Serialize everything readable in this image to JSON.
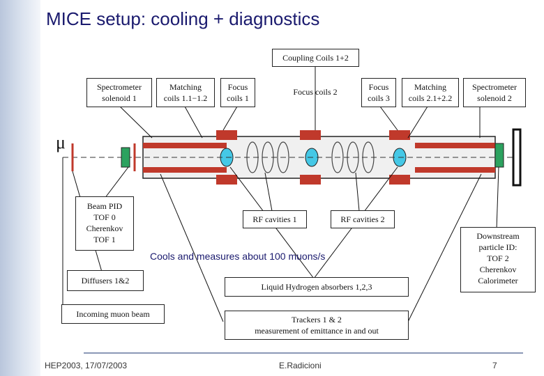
{
  "slide": {
    "title": "MICE setup: cooling + diagnostics",
    "caption": "Cools and measures about 100 muons/s",
    "footer_left": "HEP2003, 17/07/2003",
    "footer_center": "E.Radicioni",
    "footer_right": "7"
  },
  "symbol": "μ",
  "labels": {
    "coupling_coils": "Coupling Coils 1+2",
    "spectrometer_1_line1": "Spectrometer",
    "spectrometer_1_line2": "solenoid 1",
    "matching_1_line1": "Matching",
    "matching_1_line2": "coils 1.1−1.2",
    "focus_1_line1": "Focus",
    "focus_1_line2": "coils 1",
    "focus_coils_2": "Focus coils 2",
    "focus_3_line1": "Focus",
    "focus_3_line2": "coils 3",
    "matching_2_line1": "Matching",
    "matching_2_line2": "coils 2.1+2.2",
    "spectrometer_2_line1": "Spectrometer",
    "spectrometer_2_line2": "solenoid 2",
    "beam_pid_1": "Beam PID",
    "beam_pid_2": "TOF 0",
    "beam_pid_3": "Cherenkov",
    "beam_pid_4": "TOF 1",
    "rf_cavities_1": "RF cavities 1",
    "rf_cavities_2": "RF cavities 2",
    "downstream_1": "Downstream",
    "downstream_2": "particle ID:",
    "downstream_3": "TOF 2",
    "downstream_4": "Cherenkov",
    "downstream_5": "Calorimeter",
    "diffusers": "Diffusers 1&2",
    "lh2_absorbers": "Liquid Hydrogen absorbers 1,2,3",
    "incoming_beam": "Incoming muon beam",
    "trackers_line1": "Trackers 1 & 2",
    "trackers_line2": "measurement of emittance in and out"
  },
  "colors": {
    "title": "#1a1a6e",
    "caption": "#1a1a6e",
    "magnet": "#c0392b",
    "absorber": "#45c8e6",
    "detector": "#2ca25f"
  }
}
